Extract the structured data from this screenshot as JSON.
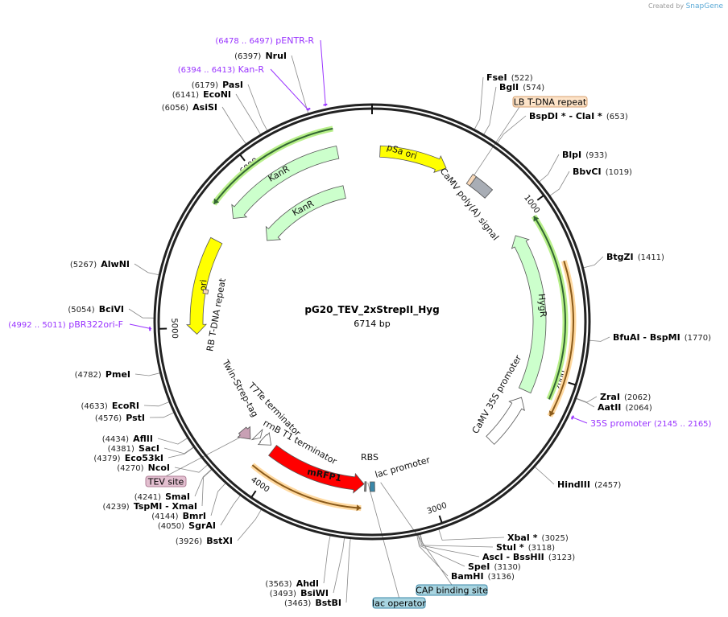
{
  "credit": {
    "prefix": "Created by",
    "brand": "SnapGene"
  },
  "plasmid": {
    "name": "pG20_TEV_2xStrepII_Hyg",
    "length_label": "6714 bp",
    "length": 6714
  },
  "ticks": [
    {
      "bp": 1000,
      "label": "1000"
    },
    {
      "bp": 2000,
      "label": "2000"
    },
    {
      "bp": 3000,
      "label": "3000"
    },
    {
      "bp": 4000,
      "label": "4000"
    },
    {
      "bp": 5000,
      "label": "5000"
    },
    {
      "bp": 6000,
      "label": "6000"
    }
  ],
  "features": [
    {
      "name": "pSa ori",
      "start": 50,
      "end": 480,
      "strand": 1,
      "color": "#ffff00",
      "show_label": true
    },
    {
      "name": "CaMV poly(A) signal",
      "start": 665,
      "end": 790,
      "strand": 0,
      "color": "#a8adb5",
      "show_label": true
    },
    {
      "name": "LB T-DNA repeat",
      "start": 640,
      "end": 665,
      "strand": 0,
      "color": "#f8d8b8",
      "show_label": false
    },
    {
      "name": "HygR",
      "start": 1100,
      "end": 2130,
      "strand": -1,
      "color": "#ccffcc",
      "show_label": true
    },
    {
      "name": "CaMV 35S promoter",
      "start": 2180,
      "end": 2520,
      "strand": -1,
      "color": "#ffffff",
      "show_label": true
    },
    {
      "name": "lac promoter",
      "start": 3340,
      "end": 3370,
      "strand": 0,
      "color": "#3a87a8",
      "show_label": true
    },
    {
      "name": "RBS",
      "start": 3395,
      "end": 3405,
      "strand": 0,
      "color": "#888888",
      "show_label": true
    },
    {
      "name": "mRFP1",
      "start": 3410,
      "end": 4060,
      "strand": -1,
      "color": "#ff0000",
      "show_label": true
    },
    {
      "name": "rrnB T1 terminator",
      "start": 4090,
      "end": 4160,
      "strand": -1,
      "color": "#ffffff",
      "show_label": true
    },
    {
      "name": "T7Te terminator",
      "start": 4175,
      "end": 4205,
      "strand": -1,
      "color": "#ffffff",
      "show_label": true
    },
    {
      "name": "Twin-Strep-tag",
      "start": 4215,
      "end": 4290,
      "strand": -1,
      "color": "#c8a0b4",
      "show_label": true
    },
    {
      "name": "ori",
      "start": 4960,
      "end": 5550,
      "strand": -1,
      "color": "#ffff00",
      "show_label": true
    },
    {
      "name": "RB T-DNA repeat",
      "start": 5215,
      "end": 5240,
      "strand": 0,
      "color": "#f8d8b8",
      "show_label": true
    },
    {
      "name": "KanR",
      "start": 5720,
      "end": 6500,
      "strand": -1,
      "color": "#ccffcc",
      "show_label": true
    },
    {
      "name": "KanR",
      "start": 5740,
      "end": 6490,
      "strand": -1,
      "color": "#ccffcc",
      "show_label": true
    }
  ],
  "orfs": [
    {
      "start": 1060,
      "end": 2120,
      "strand": -1,
      "color": "#336633",
      "halo": "#b8f08a"
    },
    {
      "start": 1350,
      "end": 2200,
      "strand": 1,
      "color": "#8a5a1a",
      "halo": "#ffd9a0"
    },
    {
      "start": 3420,
      "end": 4100,
      "strand": -1,
      "color": "#8a5a1a",
      "halo": "#ffd9a0"
    },
    {
      "start": 5720,
      "end": 6500,
      "strand": -1,
      "color": "#336633",
      "halo": "#b8f08a"
    }
  ],
  "feature_callouts": [
    {
      "label": "LB T-DNA repeat",
      "bp": 650,
      "fill": "#fde3c8",
      "border": "#d8a070"
    },
    {
      "label": "TEV site",
      "bp": 4250,
      "fill": "#e3bfd0",
      "border": "#b08098"
    },
    {
      "label": "CAP binding site",
      "bp": 3300,
      "fill": "#a8d4e0",
      "border": "#3a87a8"
    },
    {
      "label": "lac operator",
      "bp": 3385,
      "fill": "#a8d4e0",
      "border": "#3a87a8"
    }
  ],
  "primers": [
    {
      "name": "pENTR-R",
      "range": "(6478 .. 6497)",
      "start": 6478,
      "end": 6497
    },
    {
      "name": "Kan-R",
      "range": "(6394 .. 6413)",
      "start": 6394,
      "end": 6413
    },
    {
      "name": "pBR322ori-F",
      "range": "(4992 .. 5011)",
      "start": 4992,
      "end": 5011
    },
    {
      "name": "35S promoter",
      "range": "(2145 .. 2165)",
      "start": 2145,
      "end": 2165
    }
  ],
  "primer_color": "#9933ff",
  "enzymes": [
    {
      "name": "FseI",
      "pos": 522
    },
    {
      "name": "BglI",
      "pos": 574
    },
    {
      "name": "BspDI *  - ClaI *",
      "pos": 653
    },
    {
      "name": "BlpI",
      "pos": 933
    },
    {
      "name": "BbvCI",
      "pos": 1019
    },
    {
      "name": "BtgZI",
      "pos": 1411
    },
    {
      "name": "BfuAI   - BspMI",
      "pos": 1770
    },
    {
      "name": "ZraI",
      "pos": 2062
    },
    {
      "name": "AatII",
      "pos": 2064
    },
    {
      "name": "HindIII",
      "pos": 2457
    },
    {
      "name": "XbaI *",
      "pos": 3025
    },
    {
      "name": "StuI *",
      "pos": 3118
    },
    {
      "name": "AscI   - BssHII",
      "pos": 3123
    },
    {
      "name": "SpeI",
      "pos": 3130
    },
    {
      "name": "BamHI",
      "pos": 3136
    },
    {
      "name": "BstBI",
      "pos": 3463
    },
    {
      "name": "BsiWI",
      "pos": 3493
    },
    {
      "name": "AhdI",
      "pos": 3563
    },
    {
      "name": "BstXI",
      "pos": 3926
    },
    {
      "name": "SgrAI",
      "pos": 4050
    },
    {
      "name": "BmrI",
      "pos": 4144
    },
    {
      "name": "TspMI   - XmaI",
      "pos": 4239
    },
    {
      "name": "SmaI",
      "pos": 4241
    },
    {
      "name": "NcoI",
      "pos": 4270
    },
    {
      "name": "Eco53kI",
      "pos": 4379
    },
    {
      "name": "SacI",
      "pos": 4381
    },
    {
      "name": "AflII",
      "pos": 4434
    },
    {
      "name": "PstI",
      "pos": 4576
    },
    {
      "name": "EcoRI",
      "pos": 4633
    },
    {
      "name": "PmeI",
      "pos": 4782
    },
    {
      "name": "BciVI",
      "pos": 5054
    },
    {
      "name": "AlwNI",
      "pos": 5267
    },
    {
      "name": "AsiSI",
      "pos": 6056
    },
    {
      "name": "EcoNI",
      "pos": 6141
    },
    {
      "name": "PasI",
      "pos": 6179
    },
    {
      "name": "NruI",
      "pos": 6397
    }
  ]
}
